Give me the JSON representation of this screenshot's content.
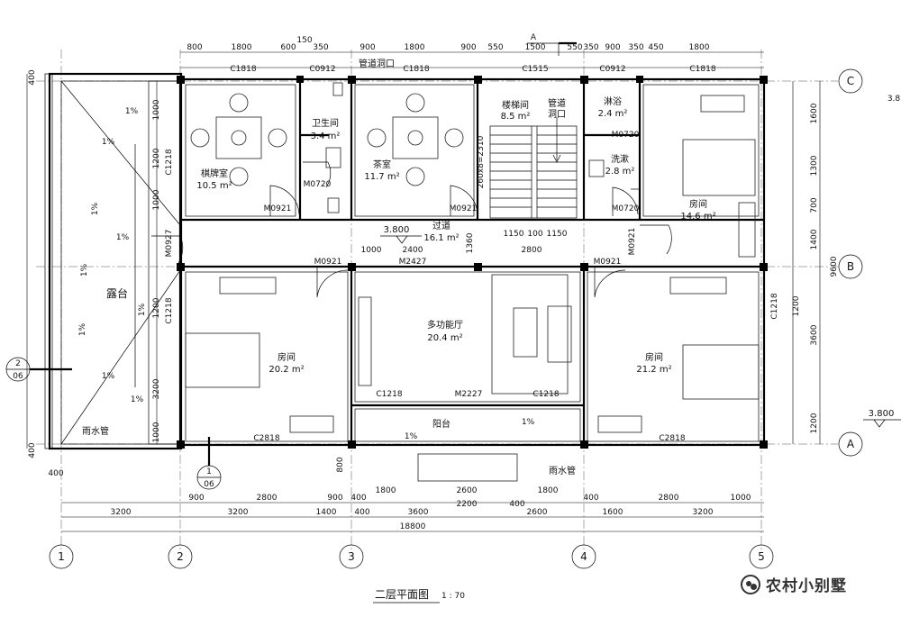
{
  "title": "二层平面图",
  "scale": "1 : 70",
  "elevation": "3.800",
  "watermark": "农村小别墅",
  "axes_x": [
    "1",
    "2",
    "3",
    "4",
    "5"
  ],
  "axes_y": [
    "A",
    "B",
    "C"
  ],
  "section_marks": {
    "top": "A",
    "left": [
      "2",
      "06"
    ],
    "bottom": [
      "1",
      "06"
    ]
  },
  "rooms": {
    "chess": [
      "棋牌室",
      "10.5 m²"
    ],
    "wc": [
      "卫生间",
      "3.4 m²"
    ],
    "tea": [
      "茶室",
      "11.7 m²"
    ],
    "stair": [
      "楼梯间",
      "8.5 m²"
    ],
    "shaft": [
      "管道",
      "洞口"
    ],
    "shower": [
      "淋浴",
      "2.4 m²"
    ],
    "wash": [
      "洗漱",
      "2.8 m²"
    ],
    "bedNE": [
      "房间",
      "14.6 m²"
    ],
    "corridor": [
      "过道",
      "16.1 m²"
    ],
    "terrace": "露台",
    "bedSW": [
      "房间",
      "20.2 m²"
    ],
    "hall": [
      "多功能厅",
      "20.4 m²"
    ],
    "bedSE": [
      "房间",
      "21.2 m²"
    ],
    "balcony": "阳台",
    "downpipe": "雨水管",
    "downpipe2": "雨水管",
    "shaft_top": "管道洞口"
  },
  "openings": [
    "C1818",
    "C0912",
    "C1818",
    "C1515",
    "C0912",
    "C1818",
    "M0720",
    "M0921",
    "M0921",
    "M0720",
    "M0720",
    "M0921",
    "M0927",
    "M0921",
    "M2427",
    "M0921",
    "C1218",
    "C1218",
    "C1218",
    "C1218",
    "M2227",
    "C1218",
    "C2818",
    "C2818"
  ],
  "dims": {
    "top": [
      "800",
      "1800",
      "600",
      "150",
      "350",
      "900",
      "1800",
      "900",
      "550",
      "1500",
      "550",
      "350",
      "900",
      "350",
      "450",
      "1800"
    ],
    "bottom1": [
      "900",
      "2800",
      "900",
      "400",
      "1800",
      "2600",
      "1800",
      "400",
      "2800",
      "1000"
    ],
    "bottom2": [
      "3200",
      "3200",
      "1400",
      "400",
      "3600",
      "2200",
      "400",
      "2600",
      "1600",
      "3200"
    ],
    "total": "18800",
    "right": [
      "1600",
      "1300",
      "700",
      "1400",
      "1200",
      "3600",
      "1200",
      "9600"
    ],
    "left": [
      "1000",
      "1200",
      "1000",
      "1200",
      "3200",
      "1000",
      "400",
      "400",
      "400"
    ],
    "stair": [
      "260x8=2310",
      "1150",
      "100",
      "1150",
      "2800",
      "1360"
    ],
    "corr": [
      "1000",
      "2400"
    ],
    "misc": [
      "800",
      "1%",
      "1%",
      "1%",
      "1%",
      "1%",
      "1%",
      "1%",
      "1%",
      "1%",
      "1%",
      "1%"
    ]
  },
  "rightEdge": "3.8"
}
